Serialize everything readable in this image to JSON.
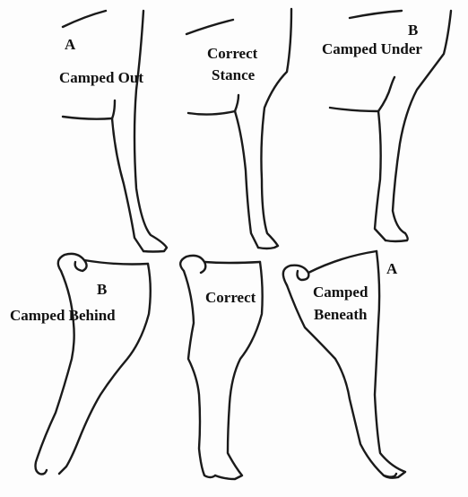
{
  "front_legs": {
    "camped_out": {
      "marker": "A",
      "label": "Camped Out"
    },
    "correct": {
      "line1": "Correct",
      "line2": "Stance"
    },
    "camped_under": {
      "marker": "B",
      "label": "Camped Under"
    }
  },
  "hind_legs": {
    "camped_behind": {
      "marker": "B",
      "label": "Camped Behind"
    },
    "correct": {
      "label": "Correct"
    },
    "camped_beneath": {
      "marker": "A",
      "line1": "Camped",
      "line2": "Beneath"
    }
  }
}
